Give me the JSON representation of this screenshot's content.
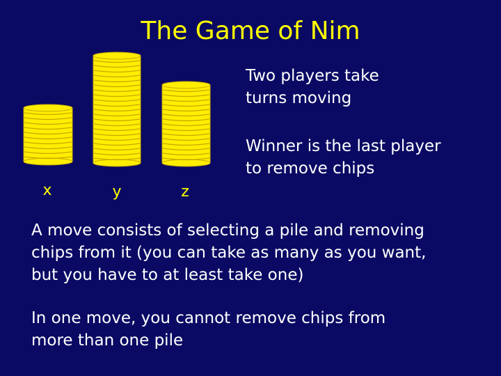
{
  "title": "The Game of Nim",
  "piles": [
    {
      "label": "x",
      "chips": 11
    },
    {
      "label": "y",
      "chips": 22
    },
    {
      "label": "z",
      "chips": 16
    }
  ],
  "colors": {
    "background": "#0a0a64",
    "title": "#ffff00",
    "chip_fill": "#ffee00",
    "chip_edge": "#c8a800",
    "text": "#ffffff"
  },
  "rules": [
    "Two players take\nturns moving",
    "Winner is the last player\nto remove chips",
    "A move consists of selecting a pile and removing\nchips from it (you can take as many as you want,\nbut you have to at least take one)",
    "In one move, you cannot remove chips from\nmore than one pile"
  ]
}
